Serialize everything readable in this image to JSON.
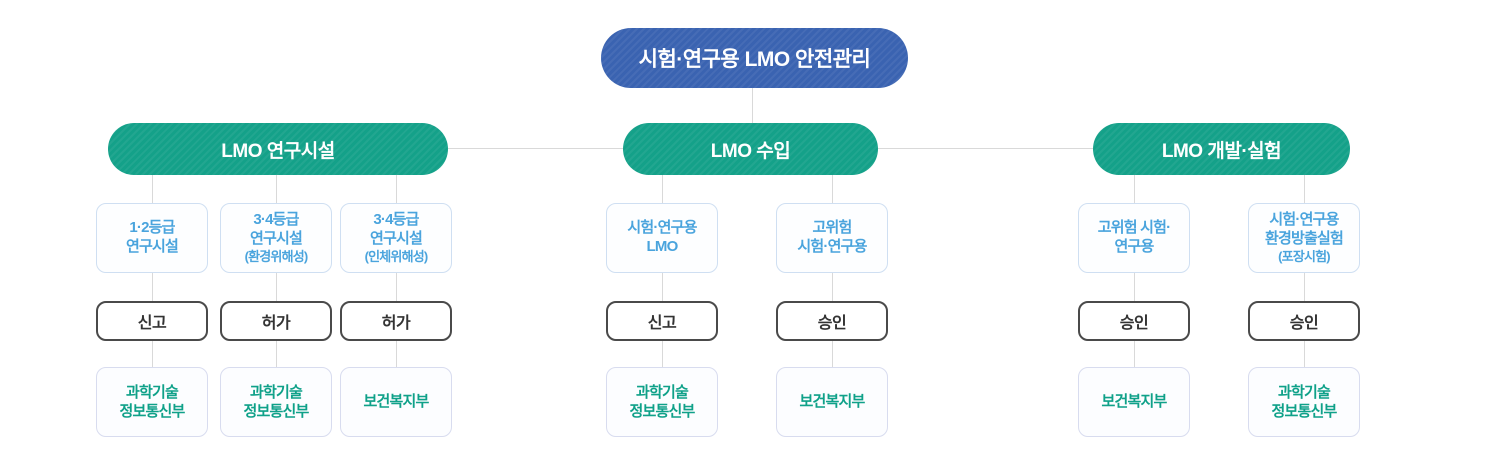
{
  "root": {
    "label": "시험·연구용 LMO 안전관리"
  },
  "groups": [
    {
      "label": "LMO 연구시설",
      "children": [
        {
          "category": "1·2등급\n연구시설",
          "category_sub": "",
          "action": "신고",
          "ministry": "과학기술\n정보통신부"
        },
        {
          "category": "3·4등급\n연구시설",
          "category_sub": "(환경위해성)",
          "action": "허가",
          "ministry": "과학기술\n정보통신부"
        },
        {
          "category": "3·4등급\n연구시설",
          "category_sub": "(인체위해성)",
          "action": "허가",
          "ministry": "보건복지부"
        }
      ]
    },
    {
      "label": "LMO 수입",
      "children": [
        {
          "category": "시험·연구용\nLMO",
          "category_sub": "",
          "action": "신고",
          "ministry": "과학기술\n정보통신부"
        },
        {
          "category": "고위험\n시험·연구용",
          "category_sub": "",
          "action": "승인",
          "ministry": "보건복지부"
        }
      ]
    },
    {
      "label": "LMO 개발·실험",
      "children": [
        {
          "category": "고위험 시험·\n연구용",
          "category_sub": "",
          "action": "승인",
          "ministry": "보건복지부"
        },
        {
          "category": "시험·연구용\n환경방출실험",
          "category_sub": "(포장시험)",
          "action": "승인",
          "ministry": "과학기술\n정보통신부"
        }
      ]
    }
  ],
  "colors": {
    "root_pill_bg": "#3a63b1",
    "group_pill_bg": "#14a189",
    "pill_text": "#ffffff",
    "category_text": "#4aa4dd",
    "category_border": "#cfdff2",
    "action_text": "#333333",
    "action_border": "#4a4a4a",
    "ministry_text": "#0fa189",
    "ministry_border": "#d8dcef",
    "connector_line": "#d9d9d9",
    "background": "#ffffff"
  }
}
